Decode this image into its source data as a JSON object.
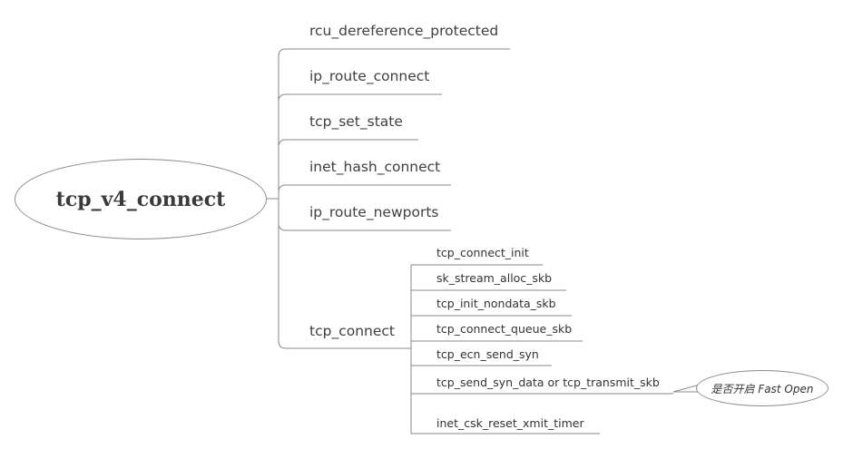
{
  "root": {
    "label": "tcp_v4_connect"
  },
  "children": [
    {
      "label": "rcu_dereference_protected"
    },
    {
      "label": "ip_route_connect"
    },
    {
      "label": "tcp_set_state"
    },
    {
      "label": "inet_hash_connect"
    },
    {
      "label": "ip_route_newports"
    },
    {
      "label": "tcp_connect"
    }
  ],
  "tcp_connect_children": [
    {
      "label": "tcp_connect_init"
    },
    {
      "label": "sk_stream_alloc_skb"
    },
    {
      "label": "tcp_init_nondata_skb"
    },
    {
      "label": "tcp_connect_queue_skb"
    },
    {
      "label": "tcp_ecn_send_syn"
    },
    {
      "label": "tcp_send_syn_data or tcp_transmit_skb"
    },
    {
      "label": "inet_csk_reset_xmit_timer"
    }
  ],
  "note": {
    "label": "是否开启 Fast Open"
  },
  "colors": {
    "line": "#8a8a8a",
    "text": "#404040"
  }
}
